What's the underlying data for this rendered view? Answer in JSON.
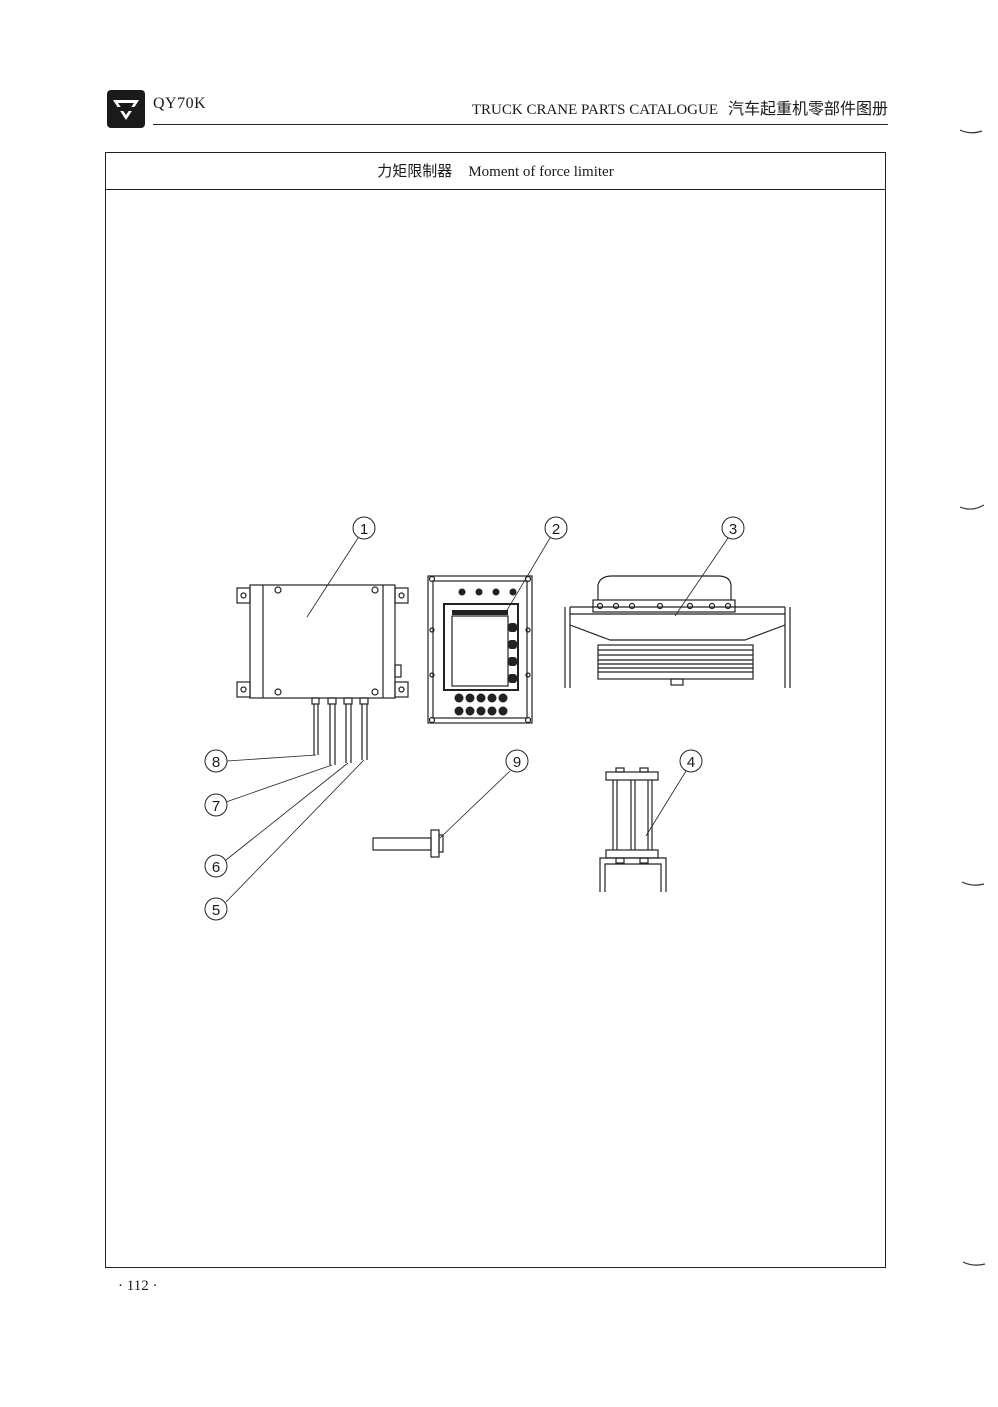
{
  "header": {
    "model": "QY70K",
    "catalogue_en": "TRUCK CRANE PARTS CATALOGUE",
    "catalogue_cn": "汽车起重机零部件图册",
    "logo_icon": "xcmg-logo-icon"
  },
  "section": {
    "title_cn": "力矩限制器",
    "title_en": "Moment of force limiter"
  },
  "callouts": [
    "1",
    "2",
    "3",
    "4",
    "5",
    "6",
    "7",
    "8",
    "9"
  ],
  "footer": {
    "page_number": "· 112 ·"
  }
}
